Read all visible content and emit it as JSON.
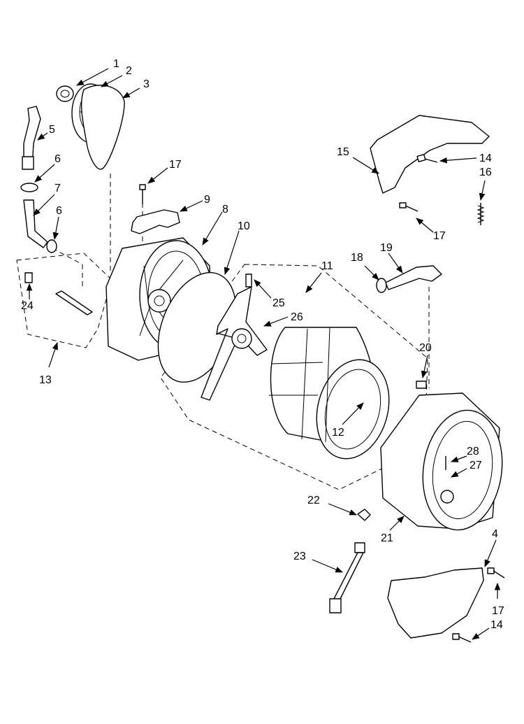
{
  "diagram": {
    "callouts": {
      "c1": "1",
      "c2": "2",
      "c3": "3",
      "c4": "4",
      "c5": "5",
      "c6a": "6",
      "c6b": "6",
      "c7": "7",
      "c8": "8",
      "c9": "9",
      "c10": "10",
      "c11": "11",
      "c12": "12",
      "c13": "13",
      "c14a": "14",
      "c14b": "14",
      "c15": "15",
      "c16": "16",
      "c17a": "17",
      "c17b": "17",
      "c17c": "17",
      "c18": "18",
      "c19": "19",
      "c20": "20",
      "c21": "21",
      "c22": "22",
      "c23": "23",
      "c24": "24",
      "c25": "25",
      "c26": "26",
      "c27": "27",
      "c28": "28"
    }
  }
}
